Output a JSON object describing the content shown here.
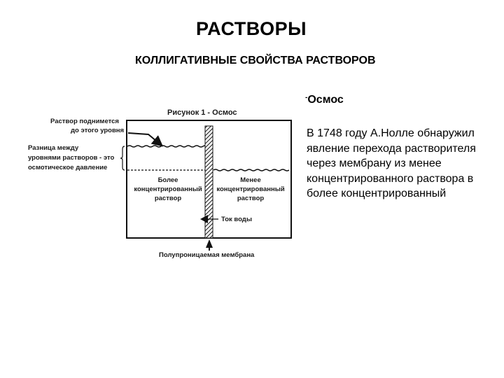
{
  "title": "РАСТВОРЫ",
  "subtitle": "КОЛЛИГАТИВНЫЕ СВОЙСТВА РАСТВОРОВ",
  "section": {
    "heading_prefix": "-",
    "heading": "Осмос",
    "body": "В 1748 году А.Нолле обнаружил явление перехода растворителя через мембрану из менее концентрированного раствора в более концентрированный"
  },
  "diagram": {
    "caption": "Рисунок 1 - Осмос",
    "label_rise_line1": "Раствор поднимется",
    "label_rise_line2": "до этого уровня",
    "label_diff_line1": "Разница между",
    "label_diff_line2": "уровнями растворов - это",
    "label_diff_line3": "осмотическое давление",
    "left_line1": "Более",
    "left_line2": "концентрированный",
    "left_line3": "раствор",
    "right_line1": "Менее",
    "right_line2": "концентрированный",
    "right_line3": "раствор",
    "flow_label": "Ток воды",
    "membrane_label": "Полупроницаемая мембрана"
  }
}
